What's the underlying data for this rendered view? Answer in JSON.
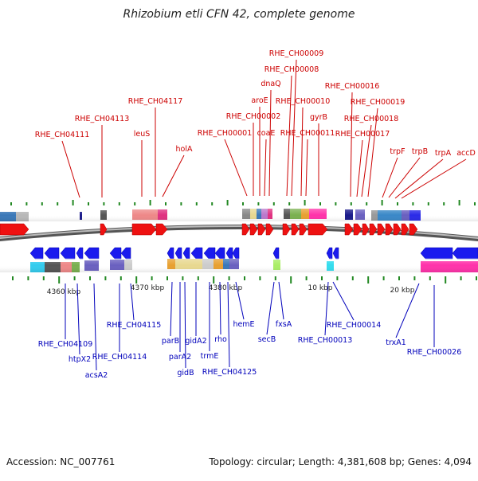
{
  "title": "Rhizobium etli CFN 42, complete genome",
  "footer": {
    "accession": "Accession: NC_007761",
    "summary": "Topology: circular; Length: 4,381,608 bp; Genes: 4,094"
  },
  "colors": {
    "forward_label": "#cc0000",
    "reverse_label": "#0000bb",
    "forward_arrow": "#ee1111",
    "reverse_arrow": "#1a1aee",
    "tick": "#228822",
    "backbone": "#666666"
  },
  "kbp_labels": [
    "4360 kbp",
    "4370 kbp",
    "4380 kbp",
    "10 kbp",
    "20 kbp"
  ],
  "top_genes": [
    "RHE_CH04111",
    "RHE_CH04113",
    "RHE_CH04117",
    "leuS",
    "holA",
    "RHE_CH00001",
    "RHE_CH00002",
    "aroE",
    "dnaQ",
    "RHE_CH00008",
    "RHE_CH00009",
    "coaE",
    "RHE_CH00010",
    "RHE_CH00011",
    "gyrB",
    "RHE_CH00016",
    "RHE_CH00019",
    "RHE_CH00018",
    "RHE_CH00017",
    "trpF",
    "trpB",
    "trpA",
    "accD"
  ],
  "bottom_genes": [
    "RHE_CH04109",
    "htpX2",
    "acsA2",
    "RHE_CH04114",
    "RHE_CH04115",
    "parB",
    "parA2",
    "gidB",
    "gidA2",
    "trmE",
    "rho",
    "RHE_CH04125",
    "hemE",
    "secB",
    "fxsA",
    "RHE_CH00013",
    "RHE_CH00014",
    "trxA1",
    "RHE_CH00026"
  ]
}
